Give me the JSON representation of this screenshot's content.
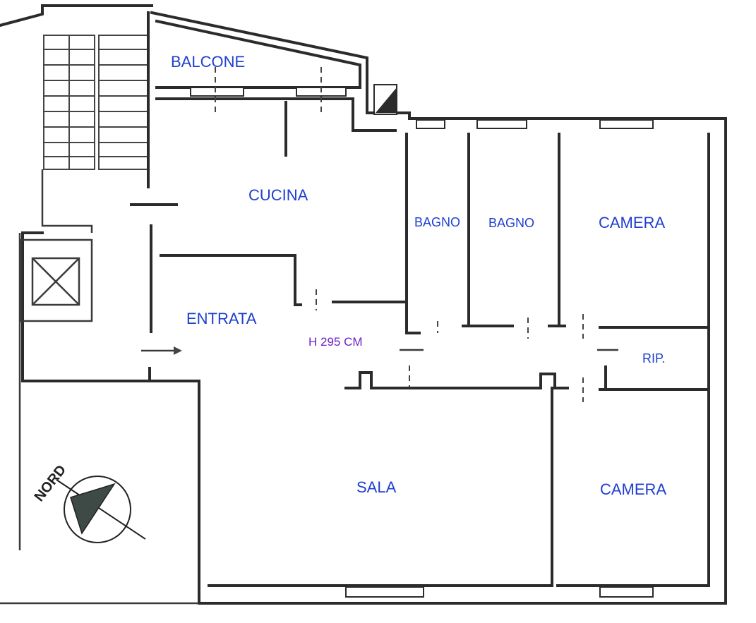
{
  "rooms": {
    "balcone": "BALCONE",
    "cucina": "CUCINA",
    "bagno_1": "BAGNO",
    "bagno_2": "BAGNO",
    "camera_top": "CAMERA",
    "entrata": "ENTRATA",
    "ripostiglio": "RIP.",
    "sala": "SALA",
    "camera_bottom": "CAMERA"
  },
  "ceiling_height": "H 295 CM",
  "compass": {
    "label": "NORD"
  },
  "colors": {
    "room_label": "#1f3fd0",
    "height_label": "#6a22c9",
    "wall": "#2b2b2b"
  }
}
